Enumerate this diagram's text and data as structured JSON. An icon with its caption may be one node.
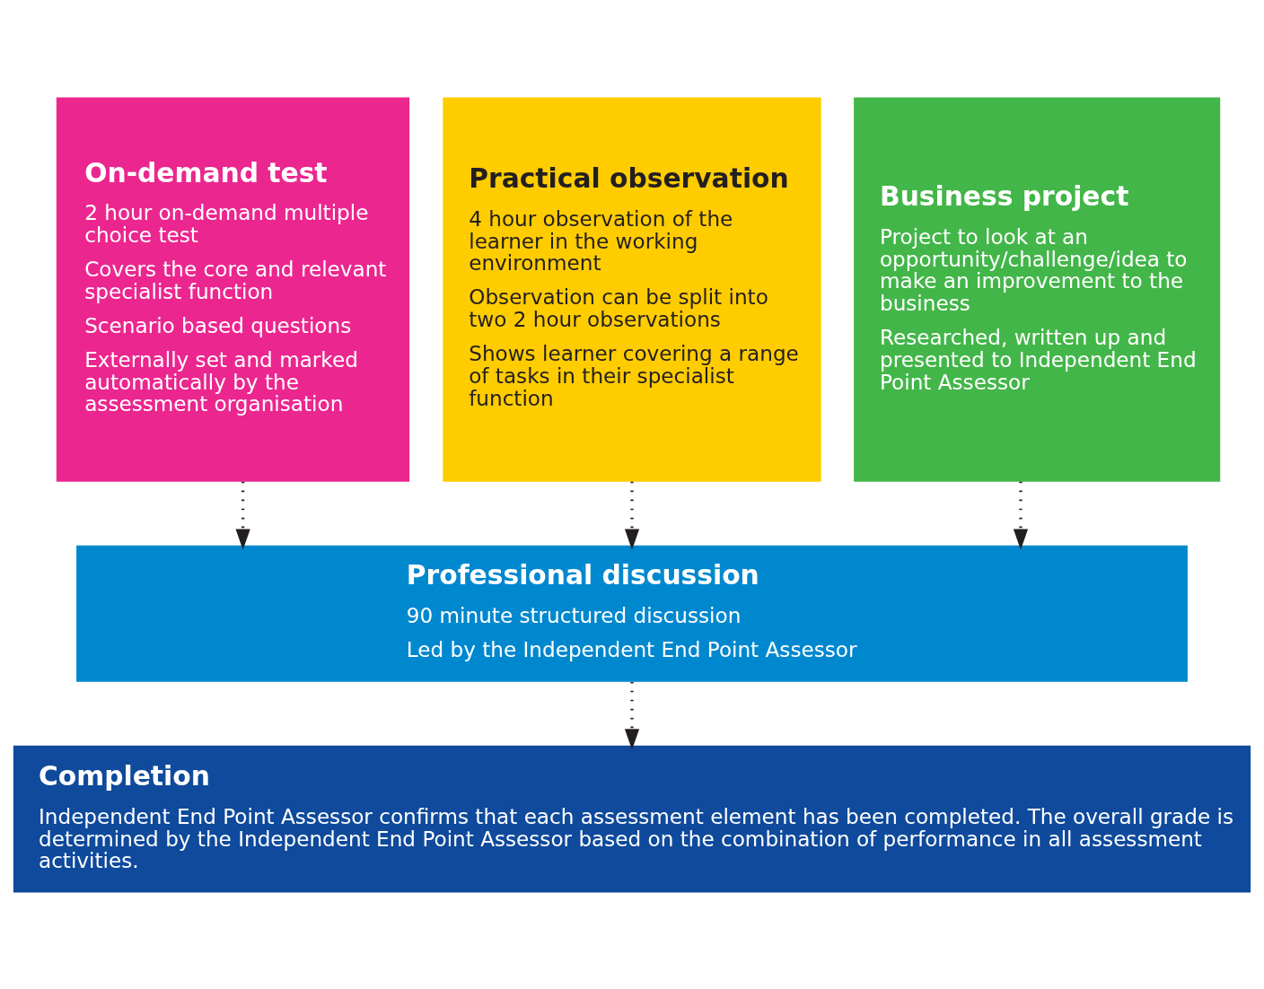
{
  "diagram": {
    "nodes": [
      {
        "text": [
          "On-demand test",
          "2 hour on-demand multiple choice test",
          "Covers the core and relevant specialist function",
          "Scenario based questions",
          "Externally set and marked automatically by the assessment organisation"
        ]
      },
      {
        "text": [
          "Practical observation",
          "4 hour observation of the learner in the working environment",
          "Observation can be split into two 2 hour observations",
          "Shows learner covering a range of tasks in their specialist function"
        ]
      },
      {
        "text": [
          "Business project",
          "Project to look at an opportunity/challenge/idea to make an improvement to the business",
          "Researched, written up and presented to Independent End Point Assessor"
        ]
      },
      {
        "text": [
          "Professional discussion",
          "90 minute structured discussion",
          "Led by the Independent End Point Assessor"
        ]
      },
      {
        "text": [
          "Completion",
          "Independent End Point Assessor confirms that each assessment element has been completed. The overall grade is determined by the Independent End Point Assessor based on the combination of performance in all assessment activities."
        ]
      }
    ],
    "edges": [
      {
        "from": 0,
        "to": 3,
        "arrow": "to",
        "style": "dashed"
      },
      {
        "from": 1,
        "to": 3,
        "arrow": "to",
        "style": "dashed"
      },
      {
        "from": 2,
        "to": 3,
        "arrow": "to",
        "style": "dashed"
      },
      {
        "from": 3,
        "to": 4,
        "arrow": "to",
        "style": "dashed"
      }
    ]
  }
}
